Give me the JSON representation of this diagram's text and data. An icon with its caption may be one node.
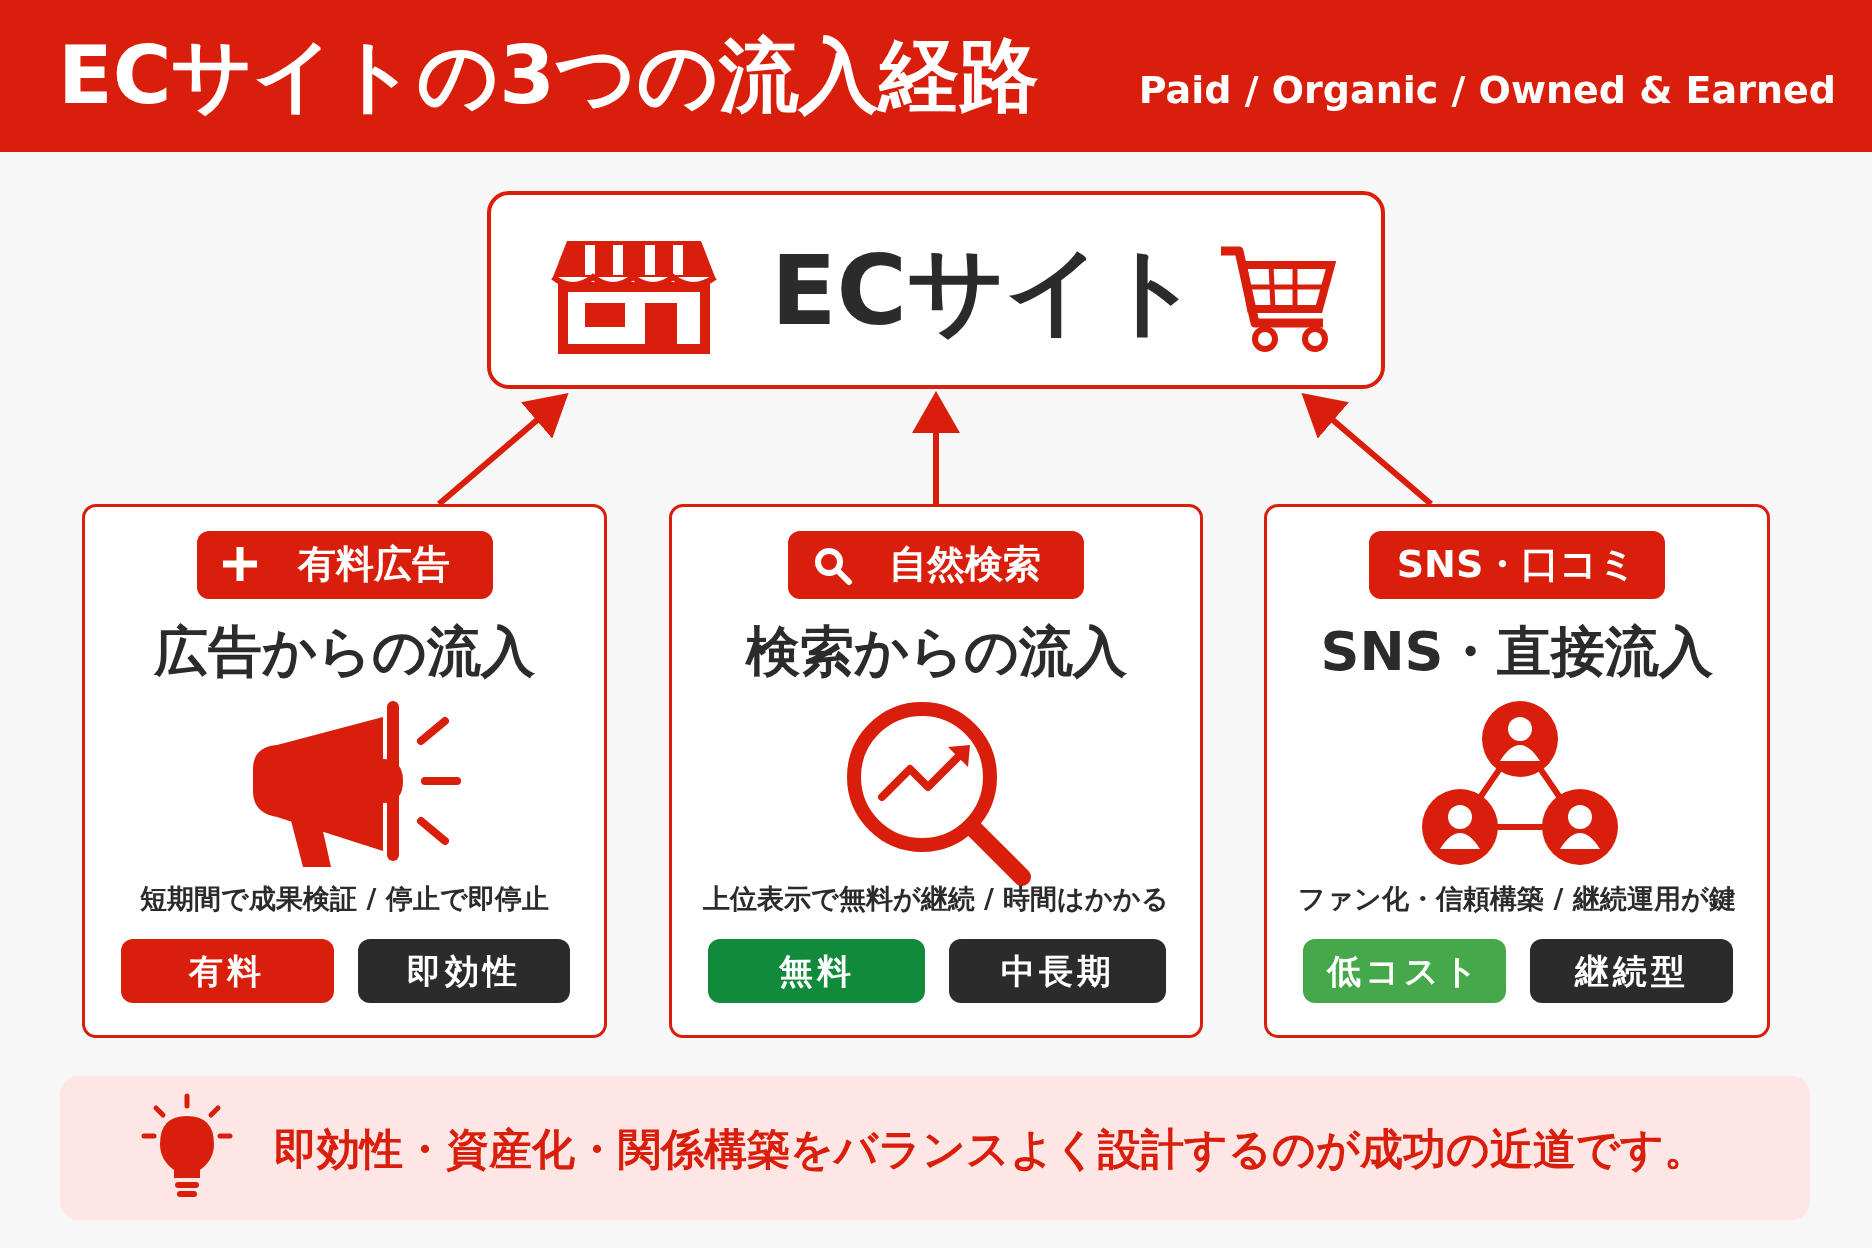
{
  "diagram": {
    "title": "ECサイトの3つの流入経路",
    "nodes": [
      {
        "text": [
          "ECサイト"
        ]
      },
      {
        "text": [
          "広告からの流入",
          "短期間で成果検証 / 停止で即停止"
        ]
      },
      {
        "text": [
          "有料広告"
        ],
        "in": 1
      },
      {
        "text": [
          "有料"
        ],
        "in": 1
      },
      {
        "text": [
          "即効性"
        ],
        "in": 1
      },
      {
        "text": [
          "検索からの流入",
          "上位表示で無料が継続 / 時間はかかる"
        ]
      },
      {
        "text": [
          "自然検索"
        ],
        "in": 5
      },
      {
        "text": [
          "無料"
        ],
        "in": 5
      },
      {
        "text": [
          "中長期"
        ],
        "in": 5
      },
      {
        "text": [
          "SNS・直接流入",
          "ファン化・信頼構築 / 継続運用が鍵"
        ]
      },
      {
        "text": [
          "SNS・口コミ"
        ],
        "in": 9
      },
      {
        "text": [
          "低コスト"
        ],
        "in": 9
      },
      {
        "text": [
          "継続型"
        ],
        "in": 9
      },
      {
        "text": [
          "即効性・資産化・関係構築をバランスよく設計するのが成功の近道です。"
        ]
      }
    ],
    "edges": [
      {
        "from": 1,
        "to": 0,
        "arrow": "to"
      },
      {
        "from": 5,
        "to": 0,
        "arrow": "to"
      },
      {
        "from": 9,
        "to": 0,
        "arrow": "to"
      }
    ],
    "labels": [
      "Paid / Organic / Owned & Earned"
    ]
  }
}
